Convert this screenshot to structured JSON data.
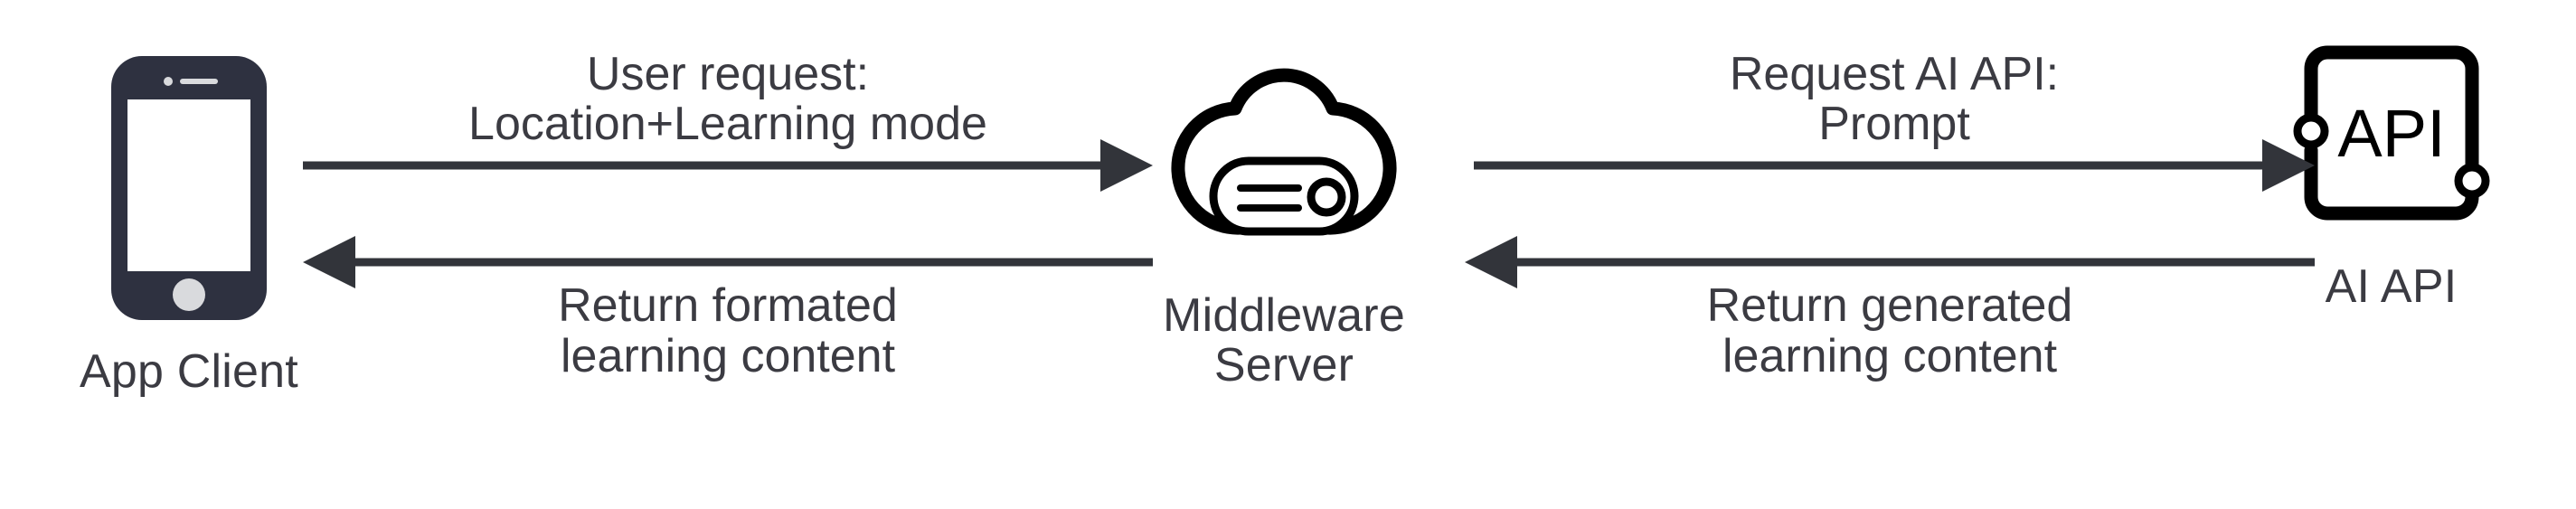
{
  "diagram": {
    "title": "App Client / Middleware Server / AI API request flow",
    "background_color": "#ffffff",
    "text_color": "#3b3b42",
    "icon_dark_color": "#2e3140",
    "icon_black_color": "#000000"
  },
  "nodes": [
    {
      "id": "app-client",
      "label": "App Client",
      "icon": "smartphone-icon"
    },
    {
      "id": "middleware",
      "label": "Middleware\nServer",
      "icon": "cloud-server-icon"
    },
    {
      "id": "ai-api",
      "label": "AI API",
      "icon": "api-chip-icon"
    }
  ],
  "connectors": [
    {
      "id": "left-forward",
      "from": "app-client",
      "to": "middleware",
      "direction": "right",
      "label": "User request:\nLocation+Learning mode",
      "label_position": "above"
    },
    {
      "id": "left-return",
      "from": "middleware",
      "to": "app-client",
      "direction": "left",
      "label": "Return formated\nlearning content",
      "label_position": "below"
    },
    {
      "id": "right-forward",
      "from": "middleware",
      "to": "ai-api",
      "direction": "right",
      "label": "Request AI API:\nPrompt",
      "label_position": "above"
    },
    {
      "id": "right-return",
      "from": "ai-api",
      "to": "middleware",
      "direction": "left",
      "label": "Return generated\nlearning content",
      "label_position": "below"
    }
  ],
  "icon_text": {
    "api_chip_label": "API"
  }
}
